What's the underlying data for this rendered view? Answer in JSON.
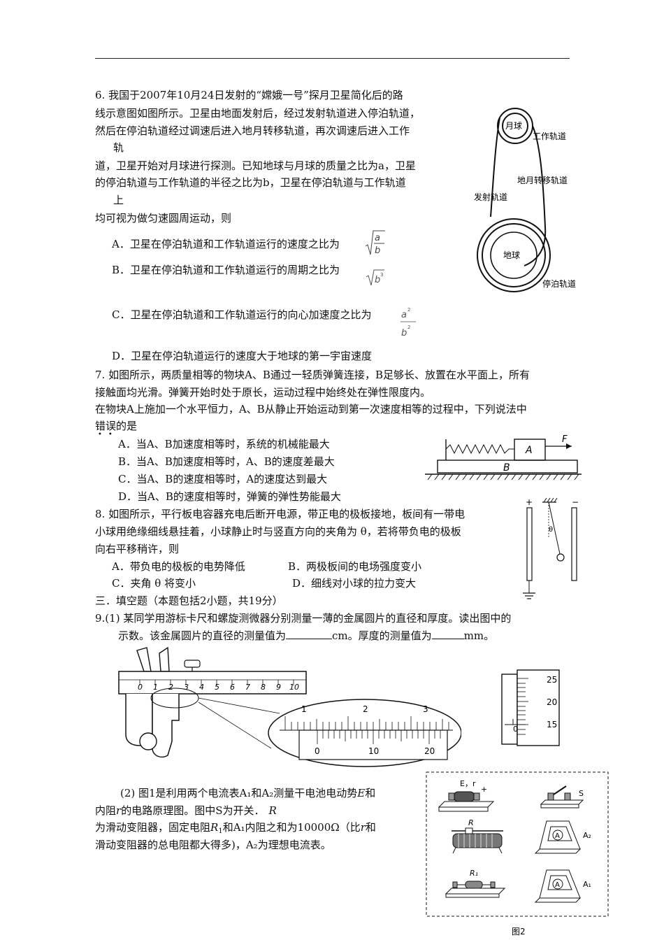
{
  "q6": {
    "stem": [
      "6. 我国于2007年10月24日发射的“嫦娥一号”探月卫星简化后的路",
      "线示意图如图所示。卫星由地面发射后，经过发射轨道进入停泊轨道，",
      "然后在停泊轨道经过调速后进入地月转移轨道，再次调速后进入工作",
      "轨",
      "道，卫星开始对月球进行探测。已知地球与月球的质量之比为a，卫星",
      "的停泊轨道与工作轨道的半径之比为b，卫星在停泊轨道与工作轨道",
      "上",
      "均可视为做匀速圆周运动，则"
    ],
    "option_a": "A．卫星在停泊轨道和工作轨道运行的速度之比为",
    "option_b": "B．卫星在停泊轨道和工作轨道运行的周期之比为",
    "option_c": "C．卫星在停泊轨道和工作轨道运行的向心加速度之比为",
    "option_d": "D．卫星在停泊轨道运行的速度大于地球的第一宇宙速度",
    "fig_labels": {
      "moon": "月球",
      "work_orbit": "工作轨道",
      "transfer_orbit": "地月转移轨道",
      "launch_orbit": "发射轨道",
      "earth": "地球",
      "parking_orbit": "停泊轨道"
    }
  },
  "q7": {
    "stem": [
      "7. 如图所示，两质量相等的物块A、B通过一轻质弹簧连接，B足够长、放置在水平面上，所有",
      "接触面均光滑。弹簧开始时处于原长，运动过程中始终处在弹性限度内。",
      "在物块A上施加一个水平恒力，A、B从静止开始运动到第一次速度相等的过程中，下列说法中",
      "错误的是"
    ],
    "options": [
      "A．当A、B加速度相等时，系统的机械能最大",
      "B．当A、B加速度相等时，A、B的速度差最大",
      "C．当A、B的速度相等时，A的速度达到最大",
      "D．当A、B的速度相等时，弹簧的弹性势能最大"
    ],
    "fig_labels": {
      "a": "A",
      "b": "B",
      "f": "F"
    }
  },
  "q8": {
    "stem": [
      "8. 如图所示，平行板电容器充电后断开电源，带正电的极板接地，板间有一带电",
      "小球用绝缘细线悬挂着，小球静止时与竖直方向的夹角为 θ，若将带负电的极板",
      "向右平移稍许，则"
    ],
    "option_a": "A．带负电的极板的电势降低",
    "option_b": "B．两极板间的电场强度变小",
    "option_c": "C．夹角 θ 将变小",
    "option_d": "D．细线对小球的拉力变大",
    "fig_labels": {
      "plus": "+",
      "minus": "−",
      "theta": "θ"
    }
  },
  "section3": "三．填空题（本题包括2小题，共19分）",
  "q9": {
    "line1": "9.(1) 某同学用游标卡尺和螺旋测微器分别测量一薄的金属圆片的直径和厚度。读出图中的",
    "line2_a": "示数。该金属圆片的直径的测量值为",
    "line2_b": "cm。厚度的测量值为",
    "line2_c": "mm。",
    "caliper_main_scale": [
      "0",
      "1",
      "2",
      "3",
      "4",
      "5",
      "6",
      "7",
      "8",
      "9",
      "10"
    ],
    "zoom_main_scale": [
      "1",
      "2",
      "3"
    ],
    "zoom_vernier_scale": [
      "0",
      "10",
      "20"
    ],
    "micrometer_scale": [
      "25",
      "20",
      "15"
    ],
    "micrometer_sleeve": "0",
    "part2_lines": [
      "(2) 图1是利用两个电流表A₁和A₂测量干电池电动势",
      "内阻",
      "为滑动变阻器，固定电阻",
      "滑动变阻器的总电阻都大得多)，A₂为理想电流表。"
    ],
    "p2_l1_e": "E",
    "p2_l1_tail": "和",
    "p2_l2_r": "r",
    "p2_l2_tail": "的电路原理图。图中S为开关．",
    "p2_l2_R": "R",
    "p2_l3_R1": "R",
    "p2_l3_mid": "和A₁内阻之和为10000Ω（比",
    "p2_l3_r": "r",
    "p2_l3_tail": "和",
    "fig2_labels": {
      "battery": "E，r",
      "switch": "S",
      "rheostat": "R",
      "ammeter2": "A₂",
      "resistor": "R₁",
      "ammeter1": "A₁",
      "meter_letter": "A",
      "caption": "图2"
    }
  }
}
